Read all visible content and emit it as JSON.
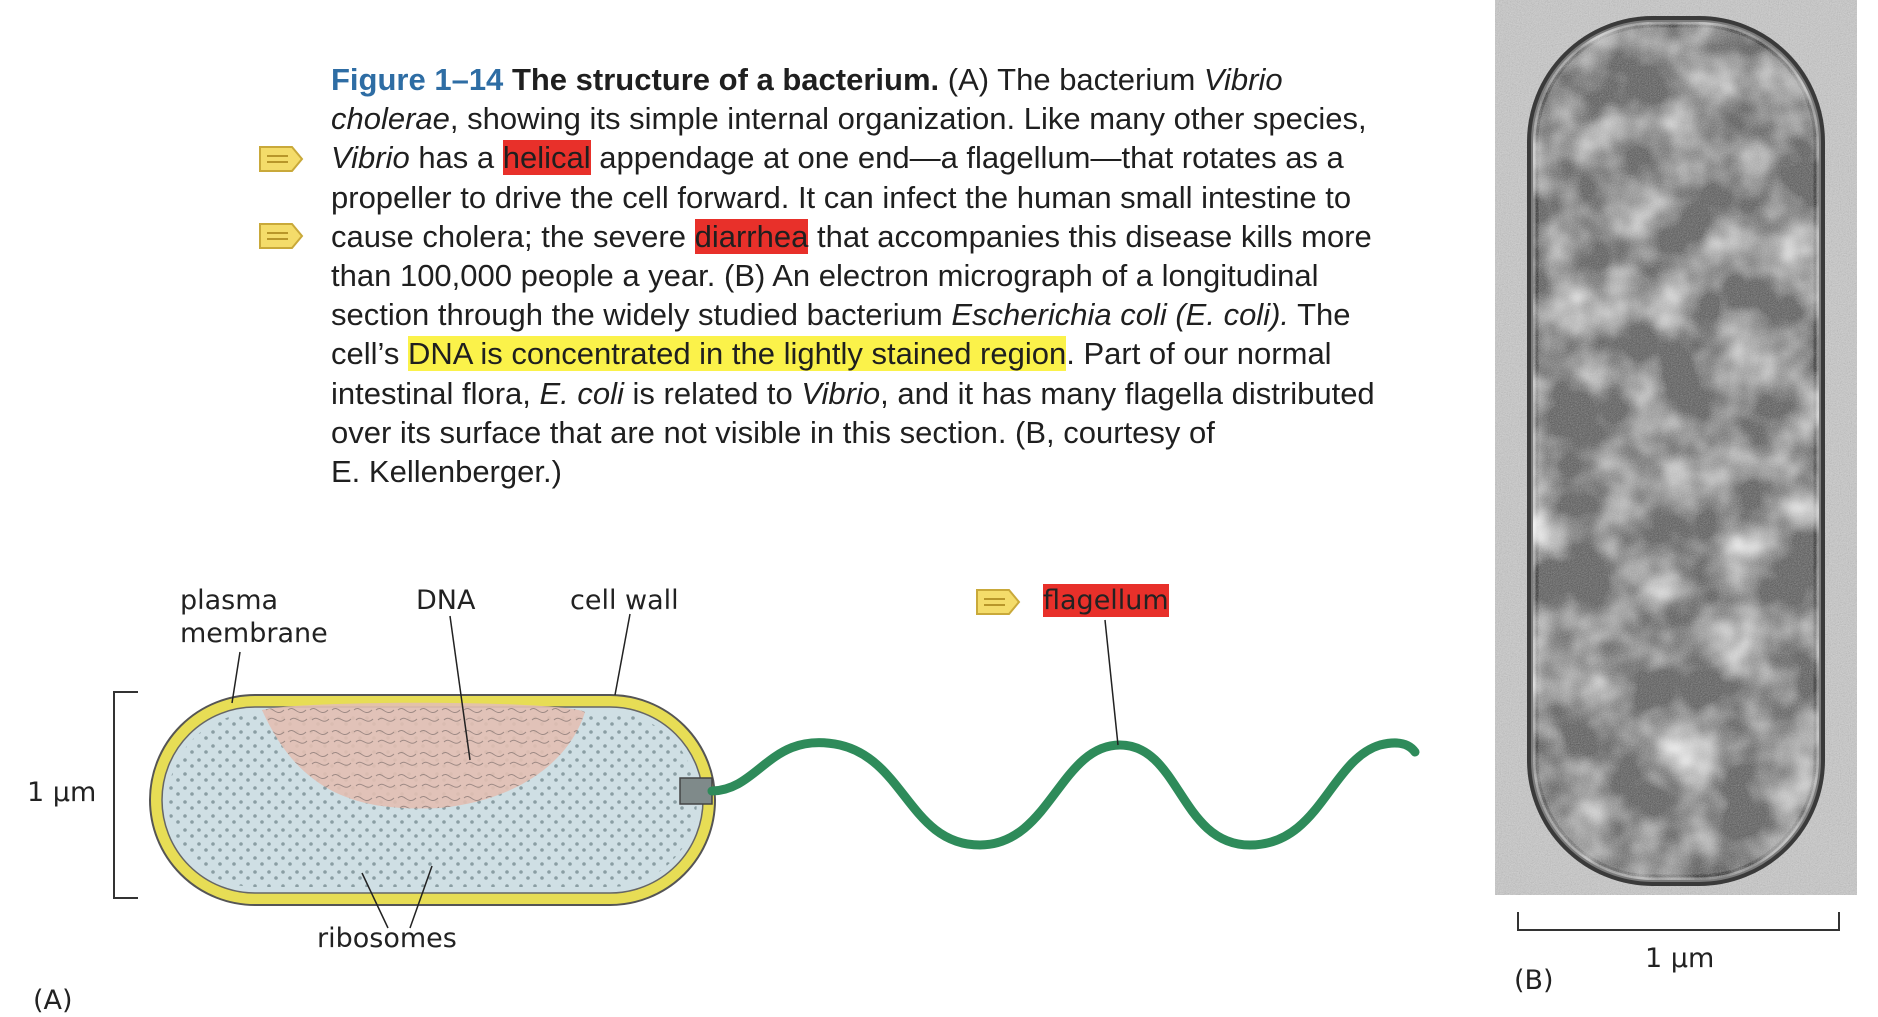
{
  "caption": {
    "fig_number": "Figure 1–14",
    "fig_title": "The structure of a bacterium.",
    "lines": [
      [
        {
          "t": "(A) The bacterium "
        },
        {
          "t": "Vibrio",
          "i": true
        }
      ],
      [
        {
          "t": "cholerae",
          "i": true
        },
        {
          "t": ", showing its simple internal organization. Like many other species,"
        }
      ],
      [
        {
          "t": "Vibrio",
          "i": true
        },
        {
          "t": " has a "
        },
        {
          "t": "helical",
          "hl": "red"
        },
        {
          "t": " appendage at one end—a flagellum—that rotates as a"
        }
      ],
      [
        {
          "t": "propeller to drive the cell forward. It can infect the human small intestine to"
        }
      ],
      [
        {
          "t": "cause cholera; the severe "
        },
        {
          "t": "diarrhea",
          "hl": "red"
        },
        {
          "t": " that accompanies this disease kills more"
        }
      ],
      [
        {
          "t": "than 100,000 people a year. (B) An electron micrograph of a longitudinal"
        }
      ],
      [
        {
          "t": "section through the widely studied bacterium "
        },
        {
          "t": "Escherichia coli (E. coli).",
          "i": true
        },
        {
          "t": " The"
        }
      ],
      [
        {
          "t": "cell’s "
        },
        {
          "t": "DNA is concentrated in the lightly stained region",
          "hl": "yellow"
        },
        {
          "t": ". Part of our normal"
        }
      ],
      [
        {
          "t": "intestinal flora, "
        },
        {
          "t": "E. coli",
          "i": true
        },
        {
          "t": " is related to "
        },
        {
          "t": "Vibrio",
          "i": true
        },
        {
          "t": ", and it has many flagella distributed"
        }
      ],
      [
        {
          "t": "over its surface that are not visible in this section. (B, courtesy of"
        }
      ],
      [
        {
          "t": "E. Kellenberger.)"
        }
      ]
    ]
  },
  "panel_a": {
    "label": "(A)",
    "plasma_membrane_1": "plasma",
    "plasma_membrane_2": "membrane",
    "dna": "DNA",
    "cell_wall": "cell wall",
    "flagellum": "flagellum",
    "ribosomes": "ribosomes",
    "scale": "1 µm"
  },
  "panel_b": {
    "label": "(B)",
    "scale": "1 µm"
  },
  "colors": {
    "highlight_red": "#e8302a",
    "highlight_yellow": "#fbf24a",
    "figure_number_blue": "#2e6da4",
    "cell_wall_yellow": "#e2d84a",
    "flagellum_green": "#2e8b5a",
    "note_icon": "#f4dc6a"
  }
}
